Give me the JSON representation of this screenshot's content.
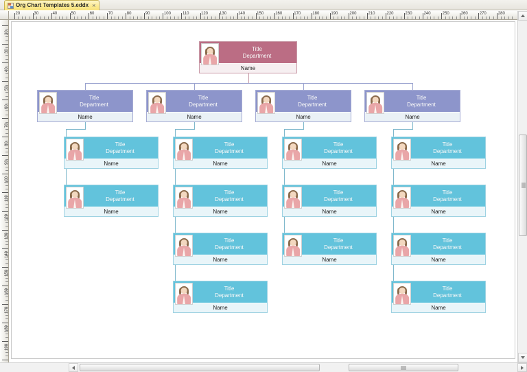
{
  "window": {
    "tab": {
      "icon": "document-icon",
      "title": "Org Chart Templates 5.eddx",
      "close": "×"
    }
  },
  "rulers": {
    "horizontal": {
      "unit_start": 20,
      "unit_end": 280,
      "step": 10,
      "labels": [
        20,
        30,
        40,
        50,
        60,
        70,
        80,
        90,
        100,
        110,
        120,
        130,
        140,
        150,
        160,
        170,
        180,
        190,
        200,
        210,
        220,
        230,
        240,
        250,
        260,
        270,
        280
      ]
    },
    "vertical": {
      "unit_start": 20,
      "unit_end": 200,
      "step": 10,
      "labels": [
        20,
        30,
        40,
        50,
        60,
        70,
        80,
        90,
        100,
        110,
        120,
        130,
        140,
        150,
        160,
        170,
        180,
        190,
        200
      ]
    }
  },
  "scrollbars": {
    "vertical_up": "▲",
    "vertical_down": "▼",
    "horizontal_left": "◀",
    "horizontal_right": "▶"
  },
  "colors": {
    "root_header": "#bb6d84",
    "level2_header": "#8d95cb",
    "level3_header": "#62c3dc",
    "name_row": "#edf5f7",
    "connector": "#7fb8cc",
    "tab_active": "#fbe98e"
  },
  "chart_data": {
    "type": "org-chart",
    "title": "Org Chart Templates 5",
    "node_fields": [
      "title",
      "department",
      "name"
    ],
    "levels": 3,
    "node_labels": {
      "title": "Title",
      "department": "Department",
      "name": "Name"
    },
    "avatar": "person-avatar-icon",
    "root": {
      "level": 1,
      "title": "Title",
      "department": "Department",
      "name": "Name",
      "color": "#bb6d84"
    },
    "branches": [
      {
        "level": 2,
        "title": "Title",
        "department": "Department",
        "name": "Name",
        "color": "#8d95cb",
        "children_count": 2,
        "children": [
          {
            "level": 3,
            "title": "Title",
            "department": "Department",
            "name": "Name",
            "color": "#62c3dc"
          },
          {
            "level": 3,
            "title": "Title",
            "department": "Department",
            "name": "Name",
            "color": "#62c3dc"
          }
        ]
      },
      {
        "level": 2,
        "title": "Title",
        "department": "Department",
        "name": "Name",
        "color": "#8d95cb",
        "children_count": 4,
        "children": [
          {
            "level": 3,
            "title": "Title",
            "department": "Department",
            "name": "Name",
            "color": "#62c3dc"
          },
          {
            "level": 3,
            "title": "Title",
            "department": "Department",
            "name": "Name",
            "color": "#62c3dc"
          },
          {
            "level": 3,
            "title": "Title",
            "department": "Department",
            "name": "Name",
            "color": "#62c3dc"
          },
          {
            "level": 3,
            "title": "Title",
            "department": "Department",
            "name": "Name",
            "color": "#62c3dc"
          }
        ]
      },
      {
        "level": 2,
        "title": "Title",
        "department": "Department",
        "name": "Name",
        "color": "#8d95cb",
        "children_count": 3,
        "children": [
          {
            "level": 3,
            "title": "Title",
            "department": "Department",
            "name": "Name",
            "color": "#62c3dc"
          },
          {
            "level": 3,
            "title": "Title",
            "department": "Department",
            "name": "Name",
            "color": "#62c3dc"
          },
          {
            "level": 3,
            "title": "Title",
            "department": "Department",
            "name": "Name",
            "color": "#62c3dc"
          }
        ]
      },
      {
        "level": 2,
        "title": "Title",
        "department": "Department",
        "name": "Name",
        "color": "#8d95cb",
        "children_count": 4,
        "children": [
          {
            "level": 3,
            "title": "Title",
            "department": "Department",
            "name": "Name",
            "color": "#62c3dc"
          },
          {
            "level": 3,
            "title": "Title",
            "department": "Department",
            "name": "Name",
            "color": "#62c3dc"
          },
          {
            "level": 3,
            "title": "Title",
            "department": "Department",
            "name": "Name",
            "color": "#62c3dc"
          },
          {
            "level": 3,
            "title": "Title",
            "department": "Department",
            "name": "Name",
            "color": "#62c3dc"
          }
        ]
      }
    ]
  }
}
